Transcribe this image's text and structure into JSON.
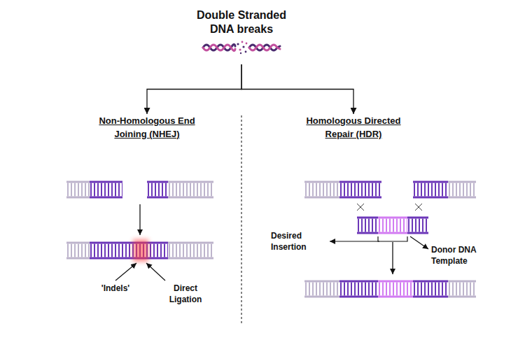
{
  "diagram": {
    "nodes": [
      {
        "text": [
          "Double Stranded DNA breaks"
        ]
      },
      {
        "text": [
          "Non-Homologous End Joining (NHEJ)"
        ]
      },
      {
        "text": [
          "Homologous Directed Repair (HDR)"
        ]
      }
    ],
    "edges": [
      {
        "from": 0,
        "to": 1,
        "arrow": "to"
      },
      {
        "from": 0,
        "to": 2,
        "arrow": "to"
      }
    ],
    "labels": [
      "'Indels'",
      "Direct Ligation",
      "Desired Insertion",
      "Donor DNA Template"
    ]
  }
}
